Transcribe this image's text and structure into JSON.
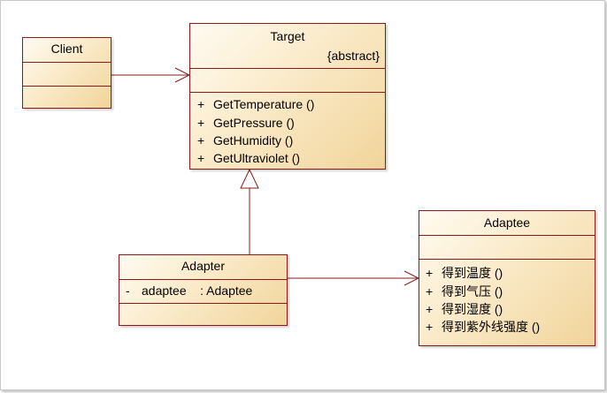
{
  "diagram": {
    "classes": {
      "client": {
        "name": "Client"
      },
      "target": {
        "name": "Target",
        "stereotype": "{abstract}",
        "operations": [
          {
            "visibility": "+",
            "text": "GetTemperature ()"
          },
          {
            "visibility": "+",
            "text": "GetPressure ()"
          },
          {
            "visibility": "+",
            "text": "GetHumidity ()"
          },
          {
            "visibility": "+",
            "text": "GetUltraviolet ()"
          }
        ]
      },
      "adapter": {
        "name": "Adapter",
        "attributes": [
          {
            "visibility": "-",
            "name": "adaptee",
            "type": ": Adaptee"
          }
        ]
      },
      "adaptee": {
        "name": "Adaptee",
        "operations": [
          {
            "visibility": "+",
            "text": "得到温度 ()"
          },
          {
            "visibility": "+",
            "text": "得到气压 ()"
          },
          {
            "visibility": "+",
            "text": "得到湿度 ()"
          },
          {
            "visibility": "+",
            "text": "得到紫外线强度 ()"
          }
        ]
      }
    },
    "colors": {
      "border": "#8b1a1a",
      "line": "#8b1a1a"
    }
  }
}
